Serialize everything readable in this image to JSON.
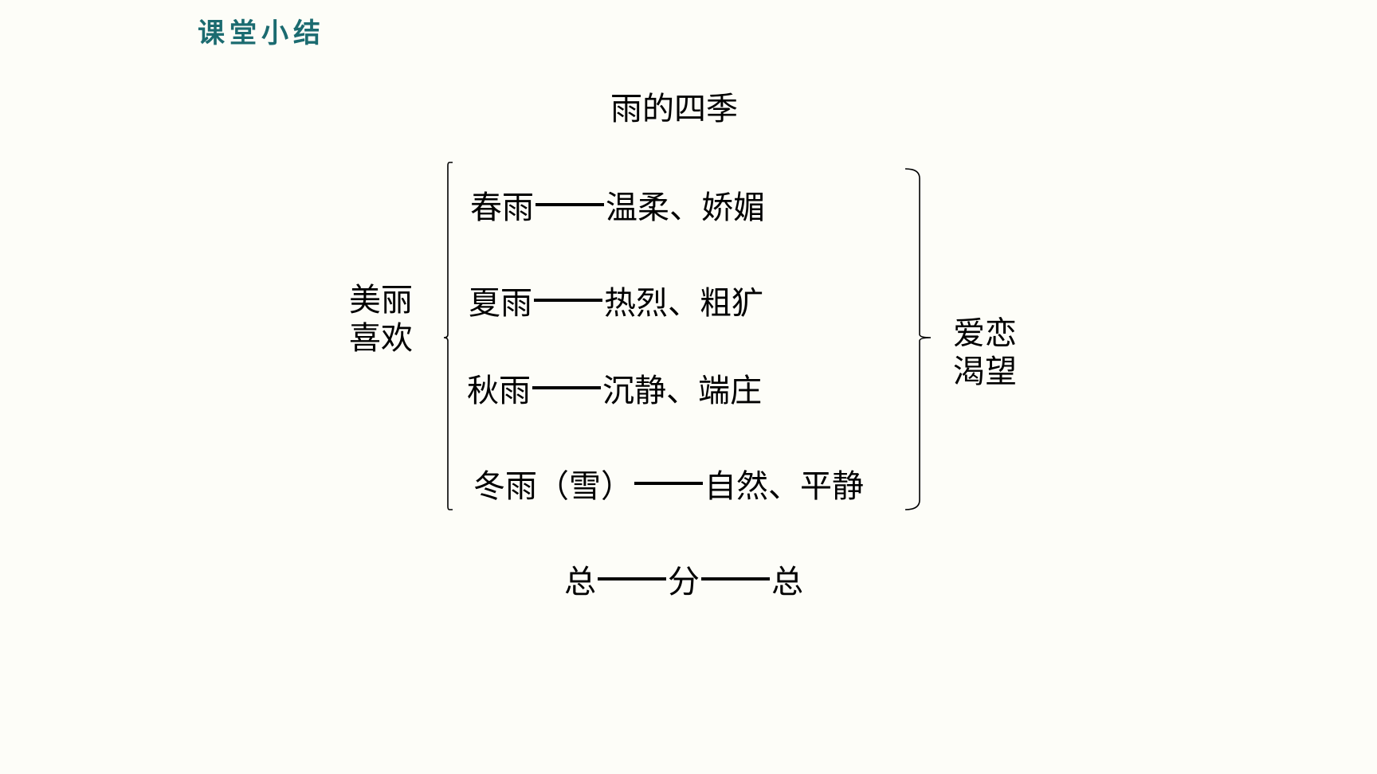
{
  "header": {
    "section_label": "课堂小结"
  },
  "main": {
    "title": "雨的四季",
    "left_note": [
      "美丽",
      "喜欢"
    ],
    "right_note": [
      "爱恋",
      "渴望"
    ],
    "rows": [
      {
        "season": "春雨",
        "traits": "温柔、娇媚"
      },
      {
        "season": "夏雨",
        "traits": "热烈、粗犷"
      },
      {
        "season": "秋雨",
        "traits": "沉静、端庄"
      },
      {
        "season": "冬雨（雪）",
        "traits": "自然、平静"
      }
    ],
    "structure": [
      "总",
      "分",
      "总"
    ]
  },
  "colors": {
    "section_label": "#1b6b70",
    "background": "#fdfdf8"
  }
}
